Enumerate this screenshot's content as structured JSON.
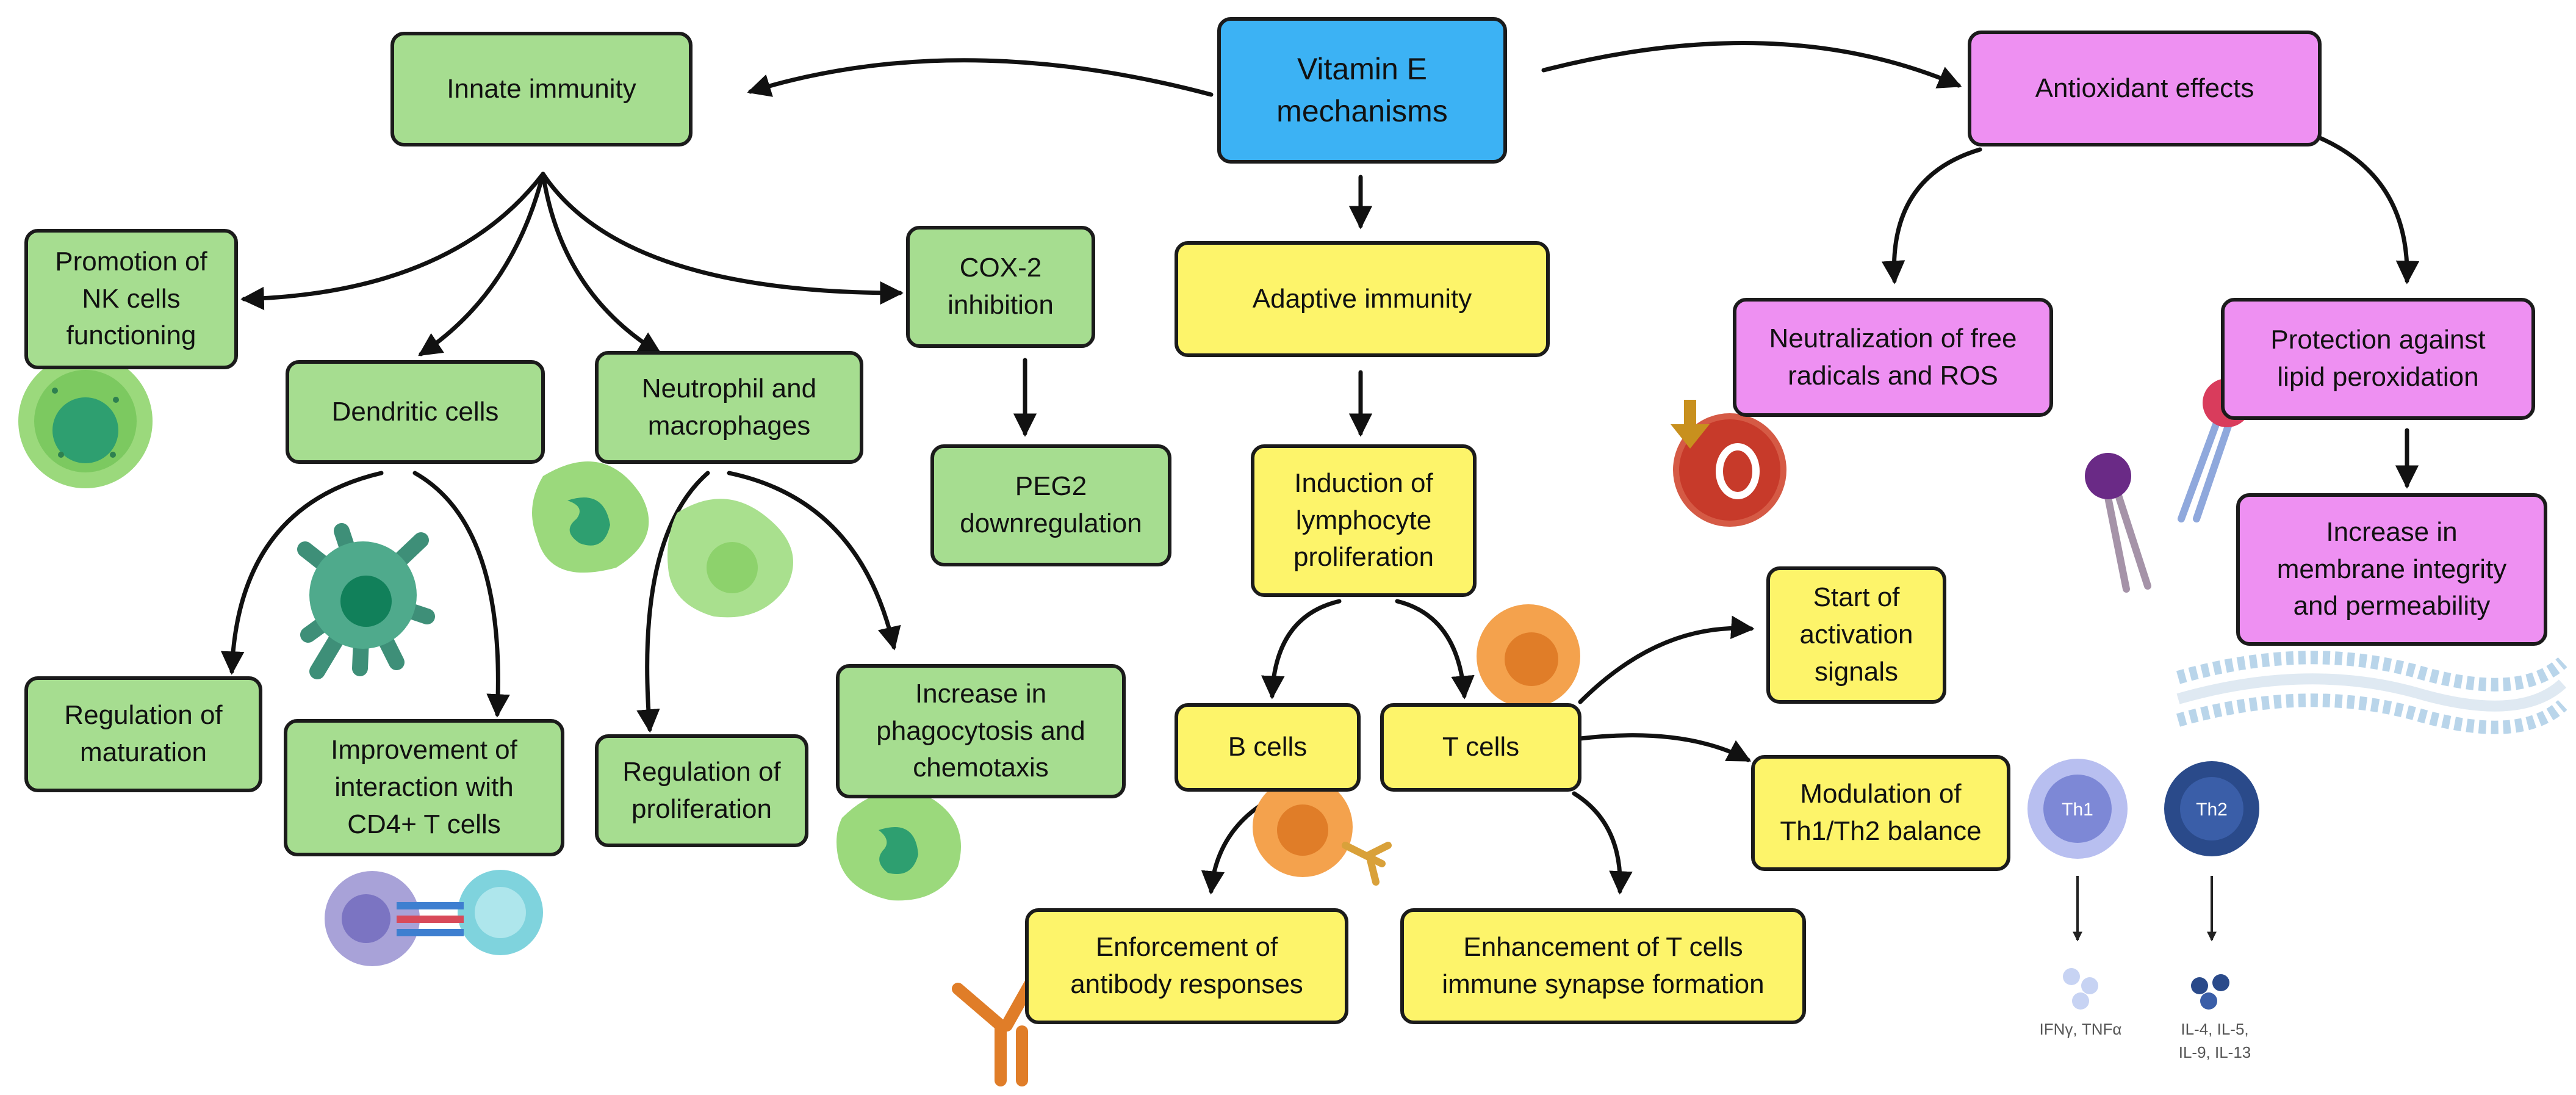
{
  "nodes": {
    "vitamin_e": "Vitamin E\nmechanisms",
    "innate": "Innate immunity",
    "antioxidant": "Antioxidant effects",
    "adaptive": "Adaptive immunity",
    "nk": "Promotion of\nNK cells\nfunctioning",
    "dendritic": "Dendritic cells",
    "neutrophil": "Neutrophil and\nmacrophages",
    "cox2": "COX-2\ninhibition",
    "peg2": "PEG2\ndownregulation",
    "reg_maturation": "Regulation of\nmaturation",
    "cd4": "Improvement of\ninteraction with\nCD4+ T cells",
    "reg_prolif": "Regulation of\nproliferation",
    "phago": "Increase in\nphagocytosis and\nchemotaxis",
    "lymph": "Induction of\nlymphocyte\nproliferation",
    "bcells": "B cells",
    "tcells": "T cells",
    "antibody": "Enforcement of\nantibody responses",
    "synapse": "Enhancement of T cells\nimmune synapse formation",
    "activation": "Start of\nactivation\nsignals",
    "th1th2": "Modulation of\nTh1/Th2 balance",
    "free_radicals": "Neutralization of free\nradicals and ROS",
    "lipid": "Protection against\nlipid peroxidation",
    "membrane": "Increase in\nmembrane integrity\nand permeability"
  },
  "cells": {
    "th1": "Th1",
    "th2": "Th2",
    "th1_cytokines": "IFNγ, TNFα",
    "th2_cytokines": "IL-4, IL-5,\nIL-9, IL-13"
  },
  "colors": {
    "innate_green": "#a6dd90",
    "adaptive_yellow": "#fdf46a",
    "antioxidant_pink": "#ee90f2",
    "root_blue": "#3cb2f4"
  },
  "icons": [
    "nk-cell-icon",
    "dendritic-cell-icon",
    "neutrophil-icon",
    "macrophage-icon",
    "phagocyte-icon",
    "t-cell-icon",
    "b-cell-icon",
    "antibody-icon",
    "oxygen-radical-icon",
    "phospholipid-icon",
    "lipid-bilayer-icon",
    "th1-cell-icon",
    "th2-cell-icon"
  ]
}
